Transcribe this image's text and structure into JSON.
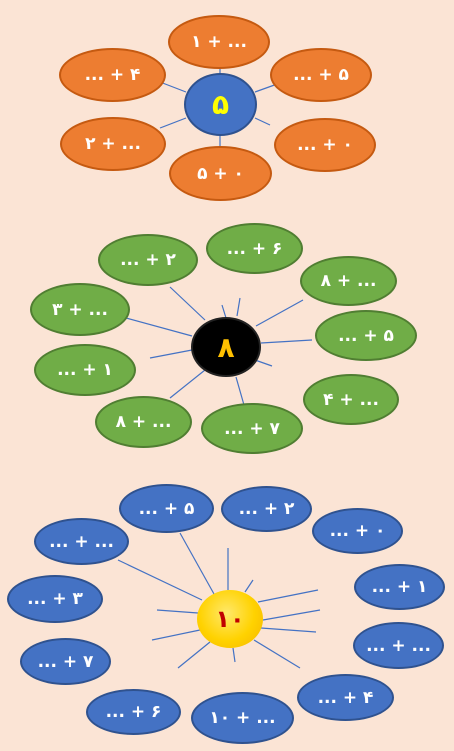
{
  "colors": {
    "background": "#fbe4d5",
    "orange_fill": "#ed7d31",
    "orange_stroke": "#c55a11",
    "green_fill": "#70ad47",
    "green_stroke": "#507e32",
    "blue_fill": "#4472c4",
    "blue_stroke": "#2f528f",
    "center1_text": "#ffff00",
    "center2_text": "#ffc000",
    "center3_text": "#c00000",
    "line_color": "#4472c4"
  },
  "flower1": {
    "center": "۵",
    "petals": [
      "۱ + ...",
      "... + ۵",
      "... + ۰",
      "۵ + ۰",
      "۲ + ...",
      "... + ۴"
    ]
  },
  "flower2": {
    "center": "۸",
    "petals": [
      "... + ۶",
      "۸ + ...",
      "... + ۵",
      "۴ + ...",
      "... + ۷",
      "۸ + ...",
      "... + ۱",
      "۳ + ...",
      "... + ۲"
    ]
  },
  "flower3": {
    "center": "۱۰",
    "petals": [
      "... + ۲",
      "... + ۰",
      "... + ۱",
      "... + ...",
      "... + ۴",
      "۱۰ + ...",
      "... + ۶",
      "... + ۷",
      "... + ۳",
      "... + ...",
      "... + ۵"
    ]
  }
}
